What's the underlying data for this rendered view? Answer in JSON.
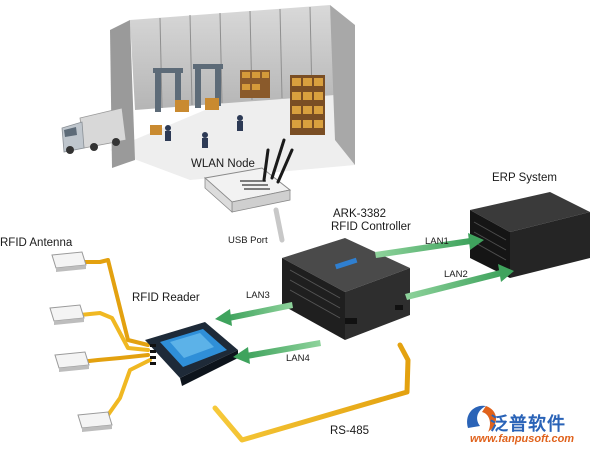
{
  "labels": {
    "wlan_node": "WLAN Node",
    "erp_system": "ERP System",
    "ark_model": "ARK-3382",
    "rfid_controller": "RFID Controller",
    "usb_port": "USB Port",
    "lan1": "LAN1",
    "lan2": "LAN2",
    "lan3": "LAN3",
    "lan4": "LAN4",
    "rfid_antenna": "RFID Antenna",
    "rfid_reader": "RFID Reader",
    "rs485": "RS-485"
  },
  "watermark": {
    "brand": "泛普软件",
    "url": "www.fanpusoft.com"
  },
  "colors": {
    "cable_yellow": "#f2b51b",
    "lan_arrow_green": "#4fb36b",
    "device_dark": "#2b2b2b",
    "reader_blue": "#2f8fd8",
    "brand_blue": "#2a63b7",
    "url_orange": "#e0621c"
  }
}
